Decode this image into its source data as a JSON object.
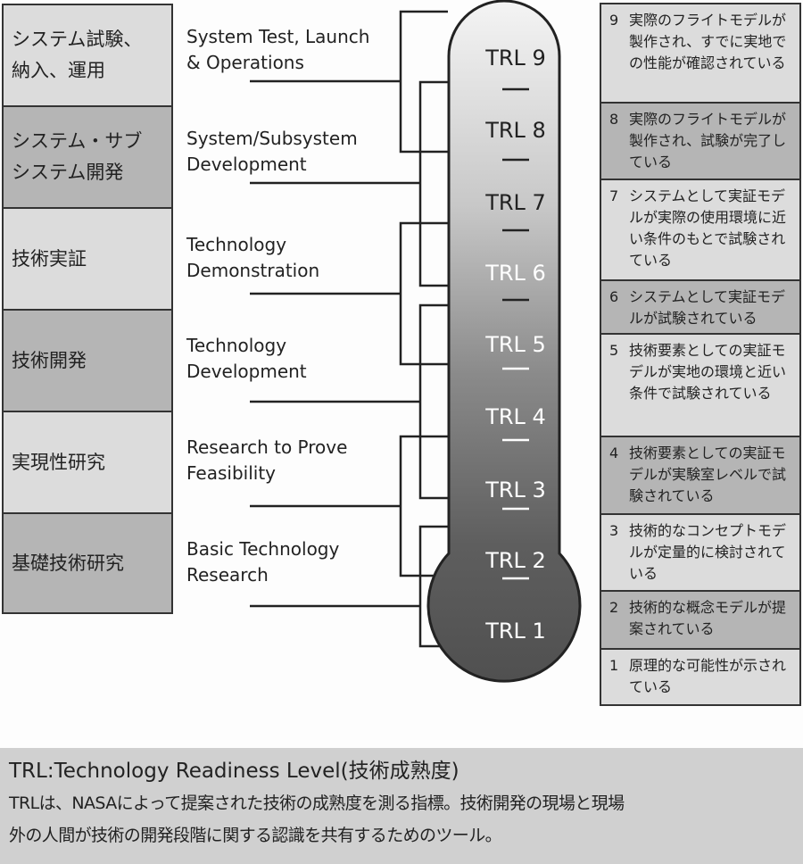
{
  "phases": [
    {
      "ja": "システム試験、納入、運用",
      "en1": "System Test, Launch",
      "en2": "& Operations"
    },
    {
      "ja": "システム・サブシステム開発",
      "en1": "System/Subsystem",
      "en2": "Development"
    },
    {
      "ja": "技術実証",
      "en1": "Technology",
      "en2": "Demonstration"
    },
    {
      "ja": "技術開発",
      "en1": "Technology",
      "en2": "Development"
    },
    {
      "ja": "実現性研究",
      "en1": "Research to Prove",
      "en2": "Feasibility"
    },
    {
      "ja": "基礎技術研究",
      "en1": "Basic Technology",
      "en2": "Research"
    }
  ],
  "phase_ja_lines": [
    [
      "システム試験、",
      "納入、運用"
    ],
    [
      "システム・サブ",
      "システム開発"
    ],
    [
      "技術実証"
    ],
    [
      "技術開発"
    ],
    [
      "実現性研究"
    ],
    [
      "基礎技術研究"
    ]
  ],
  "trl_labels": [
    "TRL 9",
    "TRL 8",
    "TRL 7",
    "TRL 6",
    "TRL 5",
    "TRL 4",
    "TRL 3",
    "TRL 2",
    "TRL 1"
  ],
  "levels": [
    {
      "num": "9",
      "text": "実際のフライトモデルが製作され、すでに実地での性能が確認されている"
    },
    {
      "num": "8",
      "text": "実際のフライトモデルが製作され、試験が完了している"
    },
    {
      "num": "7",
      "text": "システムとして実証モデルが実際の使用環境に近い条件のもとで試験されている"
    },
    {
      "num": "6",
      "text": "システムとして実証モデルが試験されている"
    },
    {
      "num": "5",
      "text": "技術要素としての実証モデルが実地の環境と近い条件で試験されている"
    },
    {
      "num": "4",
      "text": "技術要素としての実証モデルが実験室レベルで試験されている"
    },
    {
      "num": "3",
      "text": "技術的なコンセプトモデルが定量的に検討されている"
    },
    {
      "num": "2",
      "text": "技術的な概念モデルが提案されている"
    },
    {
      "num": "1",
      "text": "原理的な可能性が示されている"
    }
  ],
  "footer": {
    "title": "TRL:Technology Readiness Level(技術成熟度)",
    "line1": "TRLは、NASAによって提案された技術の成熟度を測る指標。技術開発の現場と現場",
    "line2": "外の人間が技術の開発段階に関する認識を共有するためのツール。"
  }
}
